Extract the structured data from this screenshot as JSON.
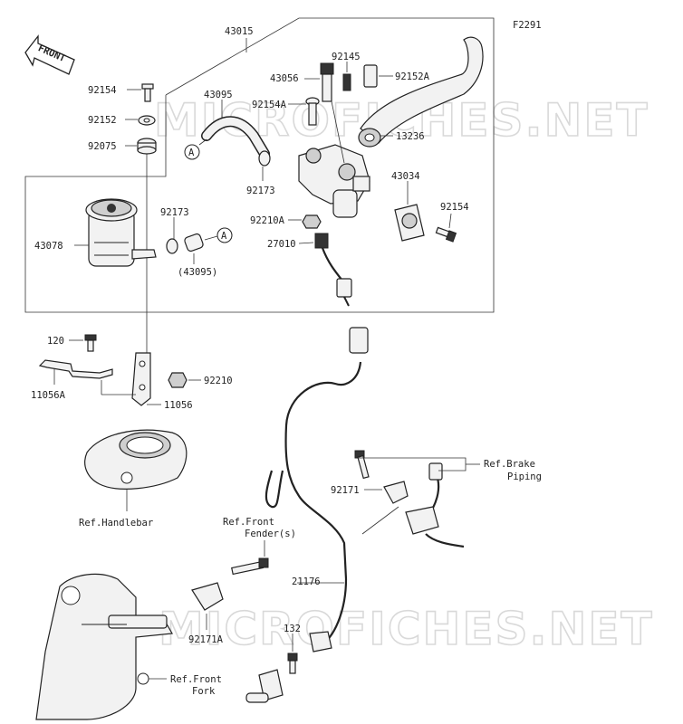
{
  "figure_code": "F2291",
  "watermark": [
    "MICROFICHES.NET",
    "MICROFICHES.NET"
  ],
  "front_label": "FRONT",
  "marker_a": "A",
  "parts": {
    "p43015": "43015",
    "p92154_top": "92154",
    "p92152": "92152",
    "p92075": "92075",
    "p43095": "43095",
    "p43078": "43078",
    "p92173_left": "92173",
    "p43095_paren": "(43095)",
    "p43056": "43056",
    "p92145": "92145",
    "p92152a": "92152A",
    "p92154a": "92154A",
    "p13236": "13236",
    "p92173_mid": "92173",
    "p43034": "43034",
    "p92154_right": "92154",
    "p92210a": "92210A",
    "p27010": "27010",
    "p120": "120",
    "p11056a": "11056A",
    "p92210": "92210",
    "p11056": "11056",
    "p92171": "92171",
    "p21176": "21176",
    "p92171a": "92171A",
    "p132": "132"
  },
  "refs": {
    "handlebar": "Ref.Handlebar",
    "brake_piping_1": "Ref.Brake",
    "brake_piping_2": "Piping",
    "front_fender_1": "Ref.Front",
    "front_fender_2": "Fender(s)",
    "front_fork_1": "Ref.Front",
    "front_fork_2": "Fork"
  }
}
